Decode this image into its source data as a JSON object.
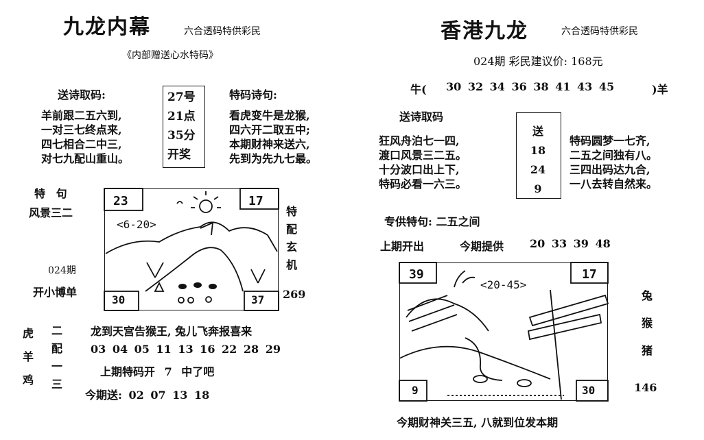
{
  "left": {
    "title": "九龙内幕",
    "subtitle": "六合透码特供彩民",
    "tagline": "《内部赠送心水特码》",
    "poem_a_heading": "送诗取码:",
    "poem_a_lines": [
      "羊前跟二五六到,",
      "一对三七终点来,",
      "四七相合二中三,",
      "对七九配山重山。"
    ],
    "draw_box": [
      "27号",
      "21点",
      "35分",
      "开奖"
    ],
    "poem_b_heading": "特码诗句:",
    "poem_b_lines": [
      "看虎变牛是龙猴,",
      "四六开二取五中;",
      "本期财神来送六,",
      "先到为先九七最。"
    ],
    "special_phrase_label": "特 句",
    "special_phrase": "风景三二",
    "issue": "024期",
    "open_note": "开小博单",
    "picture": {
      "corner_tl": "23",
      "corner_tr": "17",
      "corner_bl": "30",
      "corner_br": "37",
      "range": "<6-20>"
    },
    "side_vertical": [
      "特",
      "配",
      "玄",
      "机"
    ],
    "side_number": "269",
    "zodiac_col": [
      "虎",
      "羊",
      "鸡"
    ],
    "pairing_col": [
      "二",
      "配",
      "一",
      "三"
    ],
    "poem_line": "龙到天宫告猴王, 兔儿飞奔报喜来",
    "numbers_line": "03 04 05 11 13 16 22 28 29",
    "last_issue": "上期特码开 7 中了吧",
    "this_issue": "今期送: 02 07 13 18"
  },
  "right": {
    "title": "香港九龙",
    "subtitle": "六合透码特供彩民",
    "issue_line": "024期  彩民建议价: 168元",
    "ox_label": "牛(",
    "ox_numbers": "30 32 34 36 38 41 43 45",
    "goat_label": ")羊",
    "poem_a_heading": "送诗取码",
    "poem_a_lines": [
      "狂风舟泊七一四,",
      "渡口风景三二五。",
      "十分波口出上下,",
      "特码必看一六三。"
    ],
    "send_box": [
      "送",
      "18",
      "24",
      "9"
    ],
    "poem_b_lines": [
      "特码圆梦一七齐,",
      "二五之间独有八。",
      "三四出码达九合,",
      "一八去转自然来。"
    ],
    "special_phrase": "专供特句: 二五之间",
    "last_open": "上期开出",
    "this_provide": "今期提供",
    "provide_numbers": "20 33 39 48",
    "picture": {
      "corner_tl": "39",
      "corner_tr": "17",
      "corner_bl": "9",
      "corner_br": "30",
      "range": "<20-45>"
    },
    "side_zodiac": [
      "兔",
      "猴",
      "猪"
    ],
    "side_number": "146",
    "footer": "今期财神关三五, 八就到位发本期"
  }
}
